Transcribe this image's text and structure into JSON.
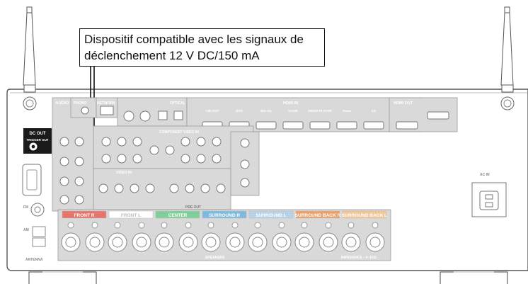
{
  "callout": {
    "line1": "Dispositif compatible avec les signaux de",
    "line2": "déclenchement 12 V DC/150 mA"
  },
  "panel_labels": {
    "dc_out": "DC OUT",
    "dc_out_sub": "TRIGGER OUT",
    "audio_in": "AUDIO IN",
    "network": "NETWORK",
    "phono": "PHONO",
    "optical": "OPTICAL",
    "hdmi_in": "HDMI IN",
    "hdmi_out": "HDMI OUT",
    "pre_out": "PRE OUT",
    "component": "COMPONENT VIDEO IN",
    "video_in": "VIDEO IN",
    "ac_in": "AC IN",
    "fm": "FM",
    "am": "AM",
    "antenna": "ANTENNA",
    "speakers": "SPEAKERS",
    "impedance": "IMPEDANCE : 4~16Ω",
    "speaker_zones": [
      {
        "label": "FRONT R",
        "color": "#e5746a"
      },
      {
        "label": "FRONT L",
        "color": "#ffffff"
      },
      {
        "label": "CENTER",
        "color": "#7fcf9a"
      },
      {
        "label": "SURROUND R",
        "color": "#7fb9dd"
      },
      {
        "label": "SURROUND L",
        "color": "#b6d3ea"
      },
      {
        "label": "SURROUND BACK R",
        "color": "#e9a06b"
      },
      {
        "label": "SURROUND BACK L",
        "color": "#f2c697"
      }
    ],
    "hdmi_inputs": [
      "CBL/SAT",
      "DVD",
      "Blu-ray",
      "GAME",
      "MEDIA PLAYER",
      "AUX2",
      "CD"
    ]
  }
}
